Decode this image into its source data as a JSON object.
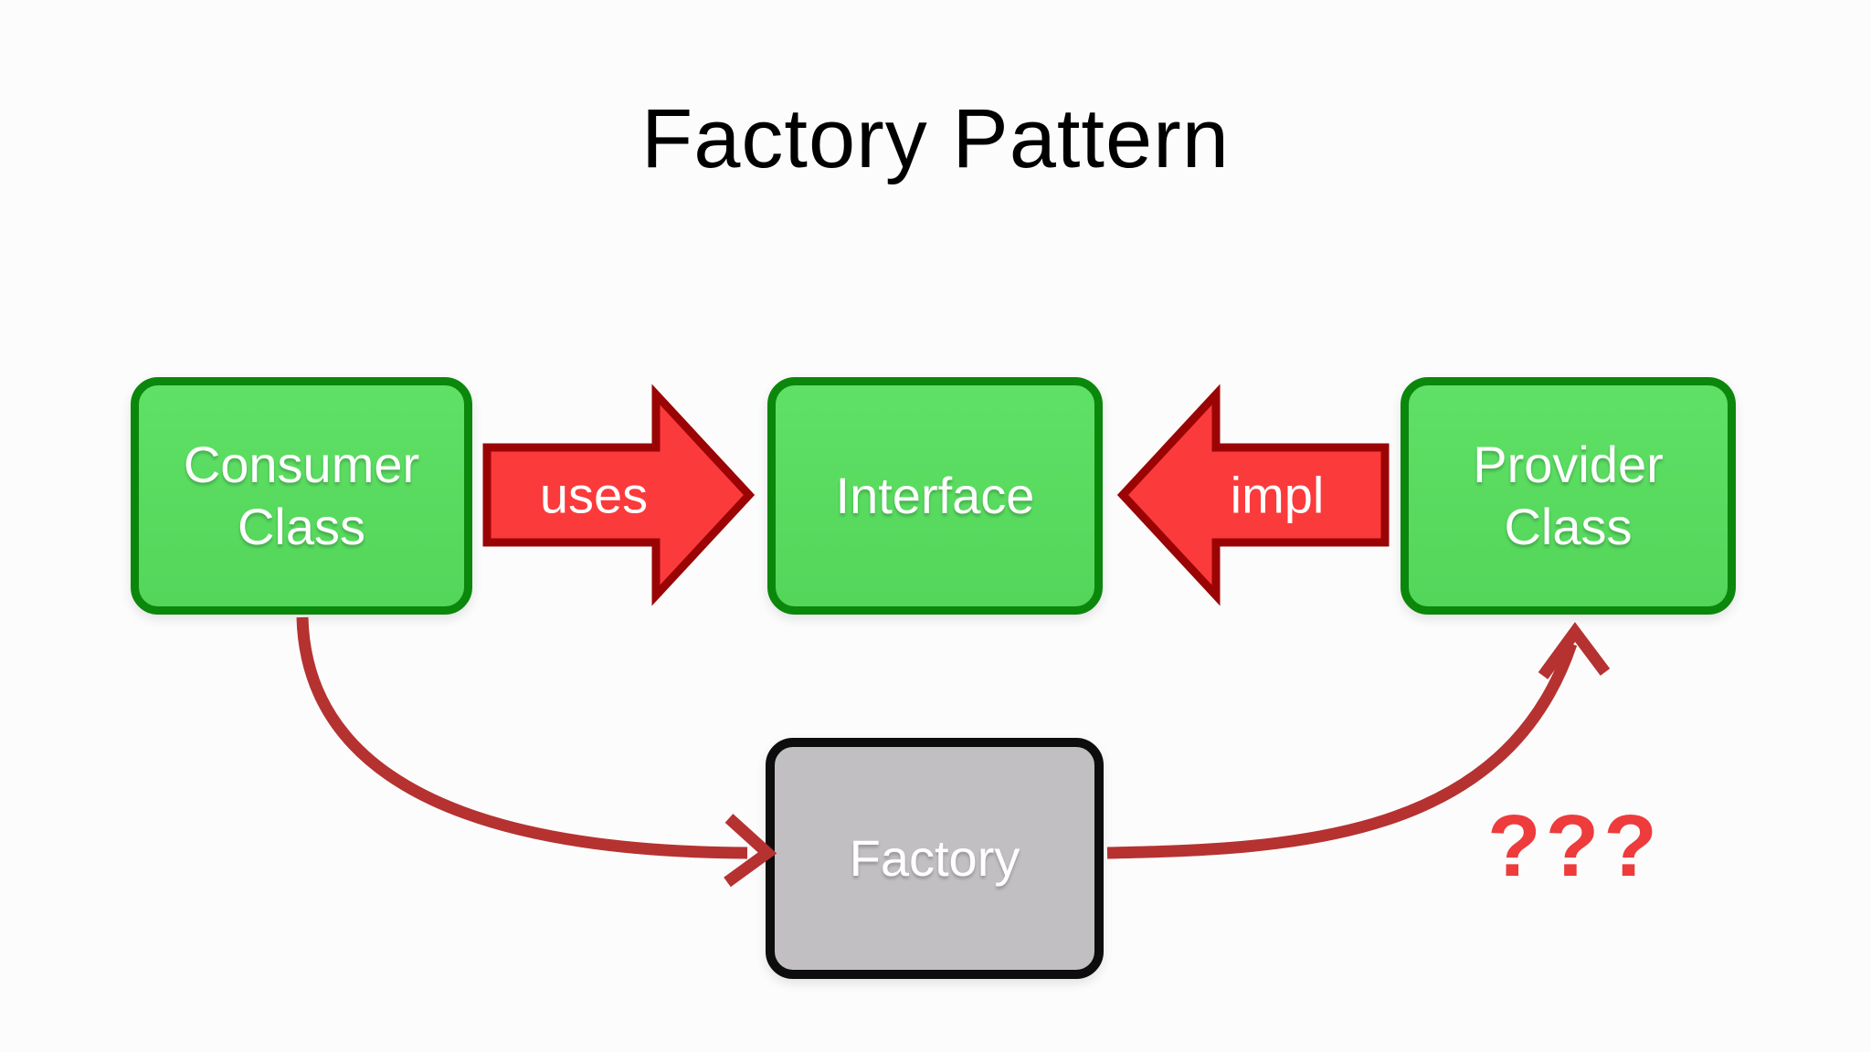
{
  "title": "Factory Pattern",
  "nodes": {
    "consumer": {
      "label": "Consumer Class"
    },
    "interface": {
      "label": "Interface"
    },
    "provider": {
      "label": "Provider Class"
    },
    "factory": {
      "label": "Factory"
    }
  },
  "arrows": {
    "uses": {
      "label": "uses"
    },
    "impl": {
      "label": "impl"
    }
  },
  "annotations": {
    "question": "???"
  },
  "colors": {
    "background": "#FCFCFC",
    "node_green_fill": "#58DB5F",
    "node_green_border": "#0B870B",
    "arrow_red_fill": "#FB3A3C",
    "arrow_red_border": "#9B0404",
    "curve_red": "#B53231",
    "question_red": "#EE3B3B",
    "factory_gray_fill": "#C1BFC2",
    "factory_border": "#0D0D0D",
    "title_black": "#000000",
    "node_text": "#FFFFFF"
  }
}
